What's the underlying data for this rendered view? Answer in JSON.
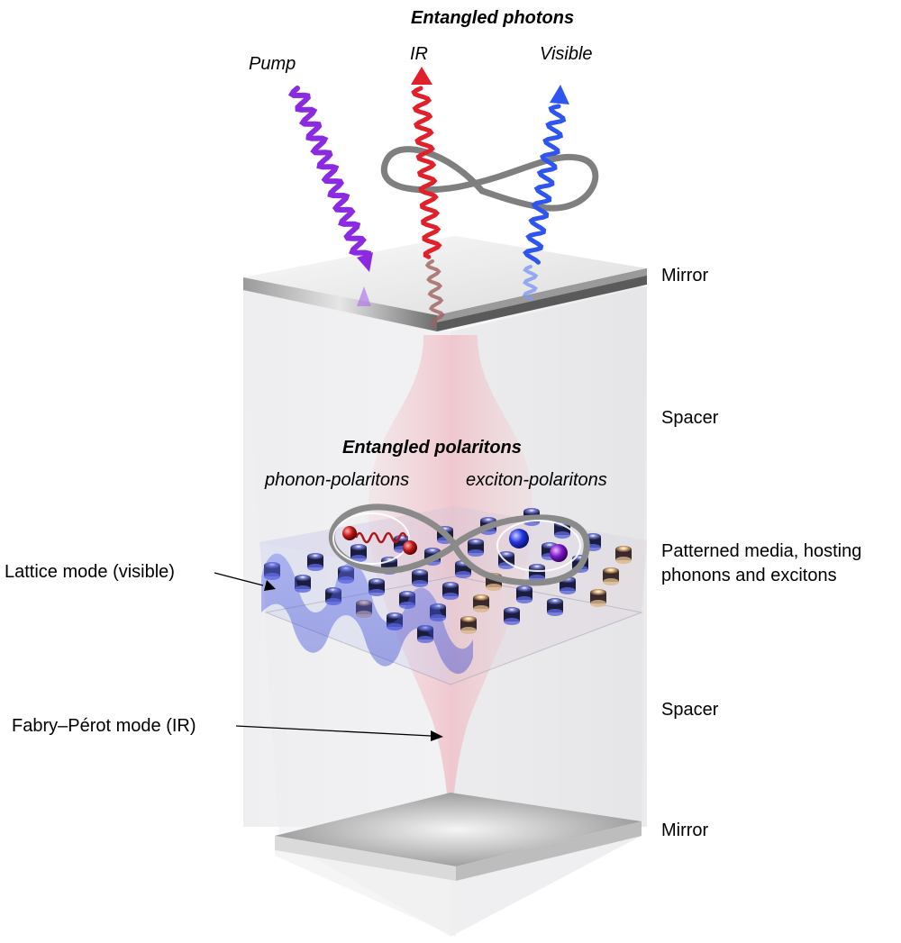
{
  "labels": {
    "entangled_photons": "Entangled photons",
    "pump": "Pump",
    "ir": "IR",
    "visible": "Visible",
    "mirror_top": "Mirror",
    "spacer_top": "Spacer",
    "entangled_polaritons": "Entangled polaritons",
    "phonon_polaritons": "phonon-polaritons",
    "exciton_polaritons": "exciton-polaritons",
    "patterned_media_line1": "Patterned media, hosting",
    "patterned_media_line2": "phonons and excitons",
    "lattice_mode": "Lattice mode (visible)",
    "spacer_bottom": "Spacer",
    "fabry_perot_mode": "Fabry–Pérot mode (IR)",
    "mirror_bottom": "Mirror"
  },
  "colors": {
    "pump": "#8a2be2",
    "ir": "#e0202a",
    "visible": "#2f55f0",
    "entanglement_loop": "#7a7a7a",
    "lattice_wave": "#3a4ee0",
    "fabry_perot_mode": "#f2c6cc",
    "mirror": "#cfcfcf"
  }
}
